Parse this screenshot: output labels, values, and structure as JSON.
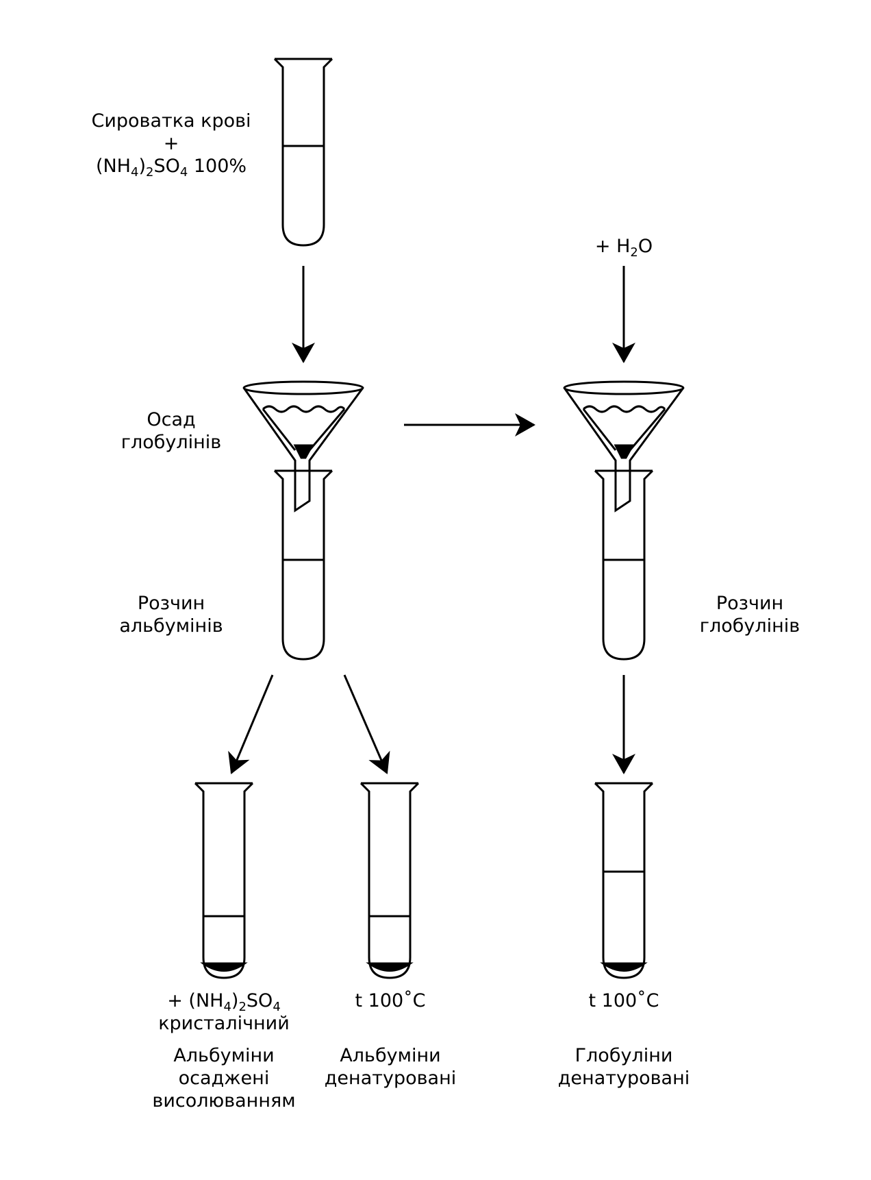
{
  "colors": {
    "ink": "#000000",
    "background": "#ffffff"
  },
  "labels": {
    "serum": {
      "line1": "Сироватка крові",
      "line2": "+",
      "line3_pre": "(NH",
      "line3_sub1": "4",
      "line3_mid": ")",
      "line3_sub2": "2",
      "line3_post": "SO",
      "line3_sub3": "4",
      "line3_end": " 100%"
    },
    "water": {
      "pre": "+ H",
      "sub": "2",
      "post": "O"
    },
    "globulin_precipitate": {
      "line1": "Осад",
      "line2": "глобулінів"
    },
    "albumin_solution": {
      "line1": "Розчин",
      "line2": "альбумінів"
    },
    "globulin_solution": {
      "line1": "Розчин",
      "line2": "глобулінів"
    },
    "salt_crystal": {
      "pre": "+ (NH",
      "sub1": "4",
      "mid": ")",
      "sub2": "2",
      "post": "SO",
      "sub3": "4",
      "line2": "кристалічний"
    },
    "heat_1": "t 100˚C",
    "heat_2": "t 100˚C",
    "result_1": {
      "line1": "Альбуміни",
      "line2": "осаджені",
      "line3": "висолюванням"
    },
    "result_2": {
      "line1": "Альбуміни",
      "line2": "денатуровані"
    },
    "result_3": {
      "line1": "Глобуліни",
      "line2": "денатуровані"
    }
  },
  "icons": [
    "test-tube-icon",
    "funnel-icon",
    "arrow-icon"
  ]
}
